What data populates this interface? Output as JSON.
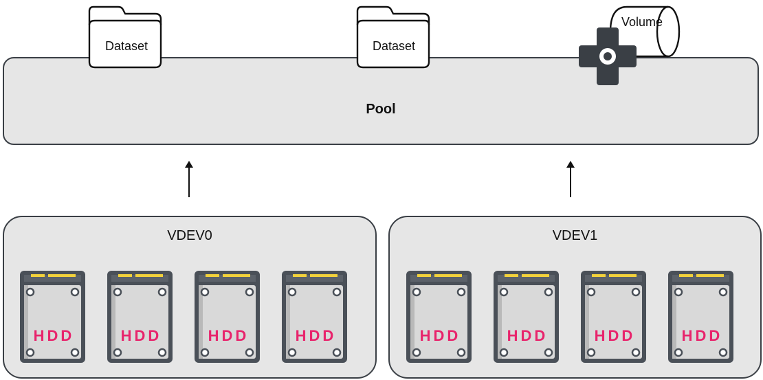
{
  "pool": {
    "label": "Pool"
  },
  "datasets": [
    {
      "label": "Dataset"
    },
    {
      "label": "Dataset"
    }
  ],
  "volume": {
    "label": "Volume"
  },
  "vdevs": [
    {
      "label": "VDEV0",
      "disks": [
        "HDD",
        "HDD",
        "HDD",
        "HDD"
      ]
    },
    {
      "label": "VDEV1",
      "disks": [
        "HDD",
        "HDD",
        "HDD",
        "HDD"
      ]
    }
  ],
  "colors": {
    "box_fill": "#e6e6e6",
    "box_stroke": "#3a3f45",
    "hdd_label": "#e8246c",
    "hdd_connector": "#f2d13b",
    "hdd_body": "#4a5058"
  },
  "icons": [
    "folder-icon",
    "folder-icon",
    "volume-icon",
    "hdd-icon",
    "arrow-up-icon"
  ]
}
